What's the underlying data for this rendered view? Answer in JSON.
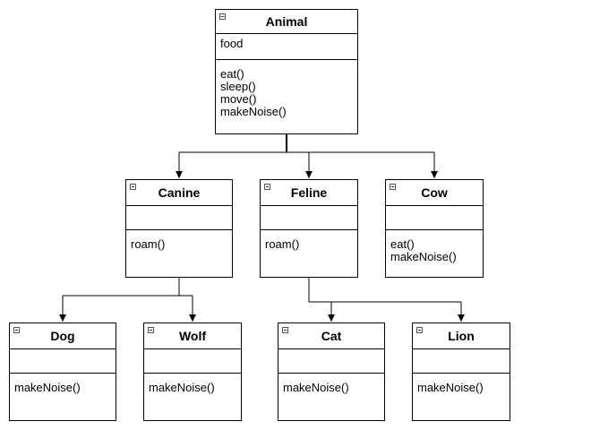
{
  "diagram": {
    "classes": [
      {
        "id": "animal",
        "name": "Animal",
        "attributes": [
          "food"
        ],
        "methods": [
          "eat()",
          "sleep()",
          "move()",
          "makeNoise()"
        ]
      },
      {
        "id": "canine",
        "name": "Canine",
        "attributes": [],
        "methods": [
          "roam()"
        ]
      },
      {
        "id": "feline",
        "name": "Feline",
        "attributes": [],
        "methods": [
          "roam()"
        ]
      },
      {
        "id": "cow",
        "name": "Cow",
        "attributes": [],
        "methods": [
          "eat()",
          "makeNoise()"
        ]
      },
      {
        "id": "dog",
        "name": "Dog",
        "attributes": [],
        "methods": [
          "makeNoise()"
        ]
      },
      {
        "id": "wolf",
        "name": "Wolf",
        "attributes": [],
        "methods": [
          "makeNoise()"
        ]
      },
      {
        "id": "cat",
        "name": "Cat",
        "attributes": [],
        "methods": [
          "makeNoise()"
        ]
      },
      {
        "id": "lion",
        "name": "Lion",
        "attributes": [],
        "methods": [
          "makeNoise()"
        ]
      }
    ],
    "relations": [
      {
        "from": "animal",
        "to": "canine"
      },
      {
        "from": "animal",
        "to": "feline"
      },
      {
        "from": "animal",
        "to": "cow"
      },
      {
        "from": "canine",
        "to": "dog"
      },
      {
        "from": "canine",
        "to": "wolf"
      },
      {
        "from": "feline",
        "to": "cat"
      },
      {
        "from": "feline",
        "to": "lion"
      }
    ],
    "line_color": "#000000",
    "icon": "collapse-icon"
  }
}
